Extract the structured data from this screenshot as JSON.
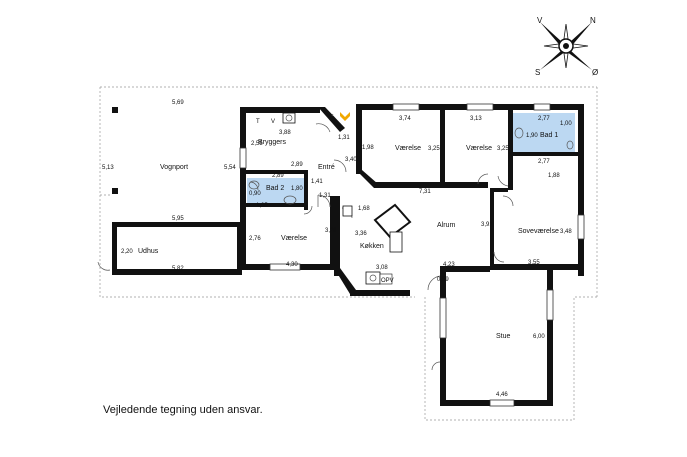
{
  "compass": {
    "v": "V",
    "n": "N",
    "s": "S",
    "o": "Ø"
  },
  "rooms": {
    "vognport": "Vognport",
    "bryggers": "Bryggers",
    "entre": "Entré",
    "bad2": "Bad 2",
    "vaerelse1": "Værelse",
    "vaerelse2": "Værelse",
    "vaerelse3": "Værelse",
    "bad1": "Bad 1",
    "sovevaerelse": "Soveværelse",
    "alrum": "Alrum",
    "koekken": "Køkken",
    "udhus": "Udhus",
    "stue": "Stue"
  },
  "fixtures": {
    "t": "T",
    "v": "V",
    "opv": "OPV"
  },
  "dims": {
    "d569": "5,69",
    "d513": "5,13",
    "d554": "5,54",
    "d595": "5,95",
    "d220": "2,20",
    "d582": "5,82",
    "d388": "3,88",
    "d255": "2,55",
    "d289a": "2,89",
    "d289b": "2,89",
    "d131a": "1,31",
    "d340": "3,40",
    "d141": "1,41",
    "d180": "1,80",
    "d090": "0,90",
    "d105": "1,05",
    "d131b": "1,31",
    "d198": "1,98",
    "d374": "3,74",
    "d325a": "3,25",
    "d313": "3,13",
    "d325b": "3,25",
    "d277a": "2,77",
    "d100": "1,00",
    "d190": "1,90",
    "d277b": "2,77",
    "d188": "1,88",
    "d731": "7,31",
    "d168": "1,68",
    "d391": "3,91",
    "d348": "3,48",
    "d276": "2,76",
    "d320": "3,20",
    "d336": "3,36",
    "d430": "4,30",
    "d308": "3,08",
    "d423": "4,23",
    "d355": "3,55",
    "d059": "0,59",
    "d600": "6,00",
    "d446": "4,46"
  },
  "disclaimer": "Vejledende tegning uden ansvar.",
  "colors": {
    "wall": "#111111",
    "bath_fill": "#bcd8f2",
    "entrance_marker": "#f0a800"
  }
}
